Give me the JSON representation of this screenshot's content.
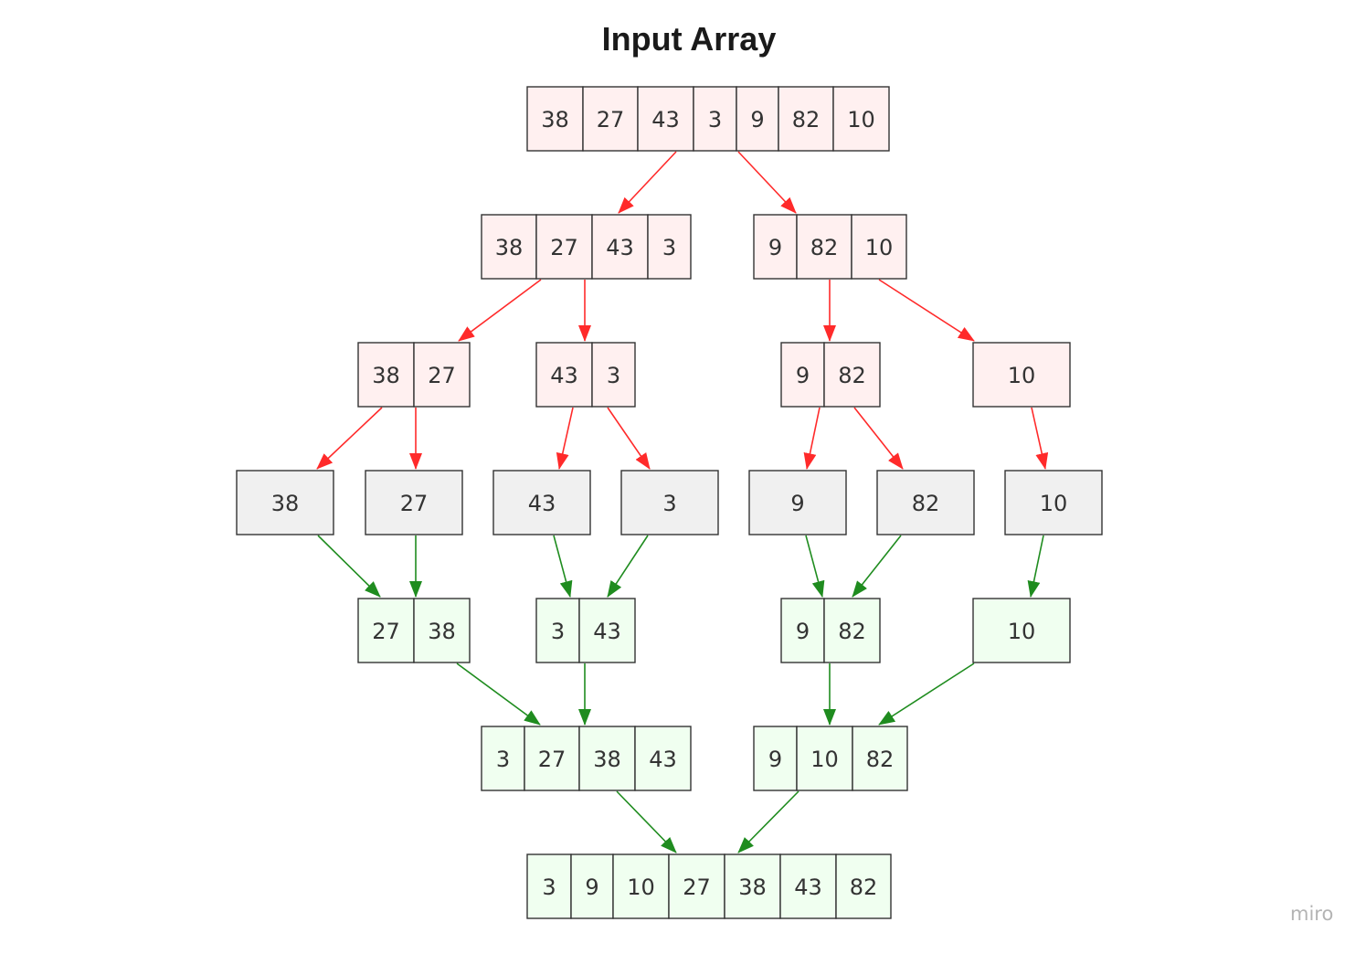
{
  "title": "Input Array",
  "watermark": "miro",
  "colors": {
    "split_fill": "#fff0f0",
    "leaf_fill": "#f0f0f0",
    "merge_fill": "#f0fff0",
    "split_arrow": "#ff2a2a",
    "merge_arrow": "#1f8c1f",
    "border": "#333333"
  },
  "nodes": [
    {
      "id": "n0",
      "kind": "split",
      "values": [
        38,
        27,
        43,
        3,
        9,
        82,
        10
      ]
    },
    {
      "id": "n1",
      "kind": "split",
      "values": [
        38,
        27,
        43,
        3
      ]
    },
    {
      "id": "n2",
      "kind": "split",
      "values": [
        9,
        82,
        10
      ]
    },
    {
      "id": "n3",
      "kind": "split",
      "values": [
        38,
        27
      ]
    },
    {
      "id": "n4",
      "kind": "split",
      "values": [
        43,
        3
      ]
    },
    {
      "id": "n5",
      "kind": "split",
      "values": [
        9,
        82
      ]
    },
    {
      "id": "n6",
      "kind": "split",
      "values": [
        10
      ]
    },
    {
      "id": "n7",
      "kind": "leaf",
      "values": [
        38
      ]
    },
    {
      "id": "n8",
      "kind": "leaf",
      "values": [
        27
      ]
    },
    {
      "id": "n9",
      "kind": "leaf",
      "values": [
        43
      ]
    },
    {
      "id": "n10",
      "kind": "leaf",
      "values": [
        3
      ]
    },
    {
      "id": "n11",
      "kind": "leaf",
      "values": [
        9
      ]
    },
    {
      "id": "n12",
      "kind": "leaf",
      "values": [
        82
      ]
    },
    {
      "id": "n13",
      "kind": "leaf",
      "values": [
        10
      ]
    },
    {
      "id": "n14",
      "kind": "merge",
      "values": [
        27,
        38
      ]
    },
    {
      "id": "n15",
      "kind": "merge",
      "values": [
        3,
        43
      ]
    },
    {
      "id": "n16",
      "kind": "merge",
      "values": [
        9,
        82
      ]
    },
    {
      "id": "n17",
      "kind": "merge",
      "values": [
        10
      ]
    },
    {
      "id": "n18",
      "kind": "merge",
      "values": [
        3,
        27,
        38,
        43
      ]
    },
    {
      "id": "n19",
      "kind": "merge",
      "values": [
        9,
        10,
        82
      ]
    },
    {
      "id": "n20",
      "kind": "merge",
      "values": [
        3,
        9,
        10,
        27,
        38,
        43,
        82
      ]
    }
  ],
  "edges": [
    {
      "from": "n0",
      "to": "n1",
      "kind": "split"
    },
    {
      "from": "n0",
      "to": "n2",
      "kind": "split"
    },
    {
      "from": "n1",
      "to": "n3",
      "kind": "split"
    },
    {
      "from": "n1",
      "to": "n4",
      "kind": "split"
    },
    {
      "from": "n2",
      "to": "n5",
      "kind": "split"
    },
    {
      "from": "n2",
      "to": "n6",
      "kind": "split"
    },
    {
      "from": "n3",
      "to": "n7",
      "kind": "split"
    },
    {
      "from": "n3",
      "to": "n8",
      "kind": "split"
    },
    {
      "from": "n4",
      "to": "n9",
      "kind": "split"
    },
    {
      "from": "n4",
      "to": "n10",
      "kind": "split"
    },
    {
      "from": "n5",
      "to": "n11",
      "kind": "split"
    },
    {
      "from": "n5",
      "to": "n12",
      "kind": "split"
    },
    {
      "from": "n6",
      "to": "n13",
      "kind": "split"
    },
    {
      "from": "n7",
      "to": "n14",
      "kind": "merge"
    },
    {
      "from": "n8",
      "to": "n14",
      "kind": "merge"
    },
    {
      "from": "n9",
      "to": "n15",
      "kind": "merge"
    },
    {
      "from": "n10",
      "to": "n15",
      "kind": "merge"
    },
    {
      "from": "n11",
      "to": "n16",
      "kind": "merge"
    },
    {
      "from": "n12",
      "to": "n16",
      "kind": "merge"
    },
    {
      "from": "n13",
      "to": "n17",
      "kind": "merge"
    },
    {
      "from": "n14",
      "to": "n18",
      "kind": "merge"
    },
    {
      "from": "n15",
      "to": "n18",
      "kind": "merge"
    },
    {
      "from": "n16",
      "to": "n19",
      "kind": "merge"
    },
    {
      "from": "n17",
      "to": "n19",
      "kind": "merge"
    },
    {
      "from": "n18",
      "to": "n20",
      "kind": "merge"
    },
    {
      "from": "n19",
      "to": "n20",
      "kind": "merge"
    }
  ]
}
